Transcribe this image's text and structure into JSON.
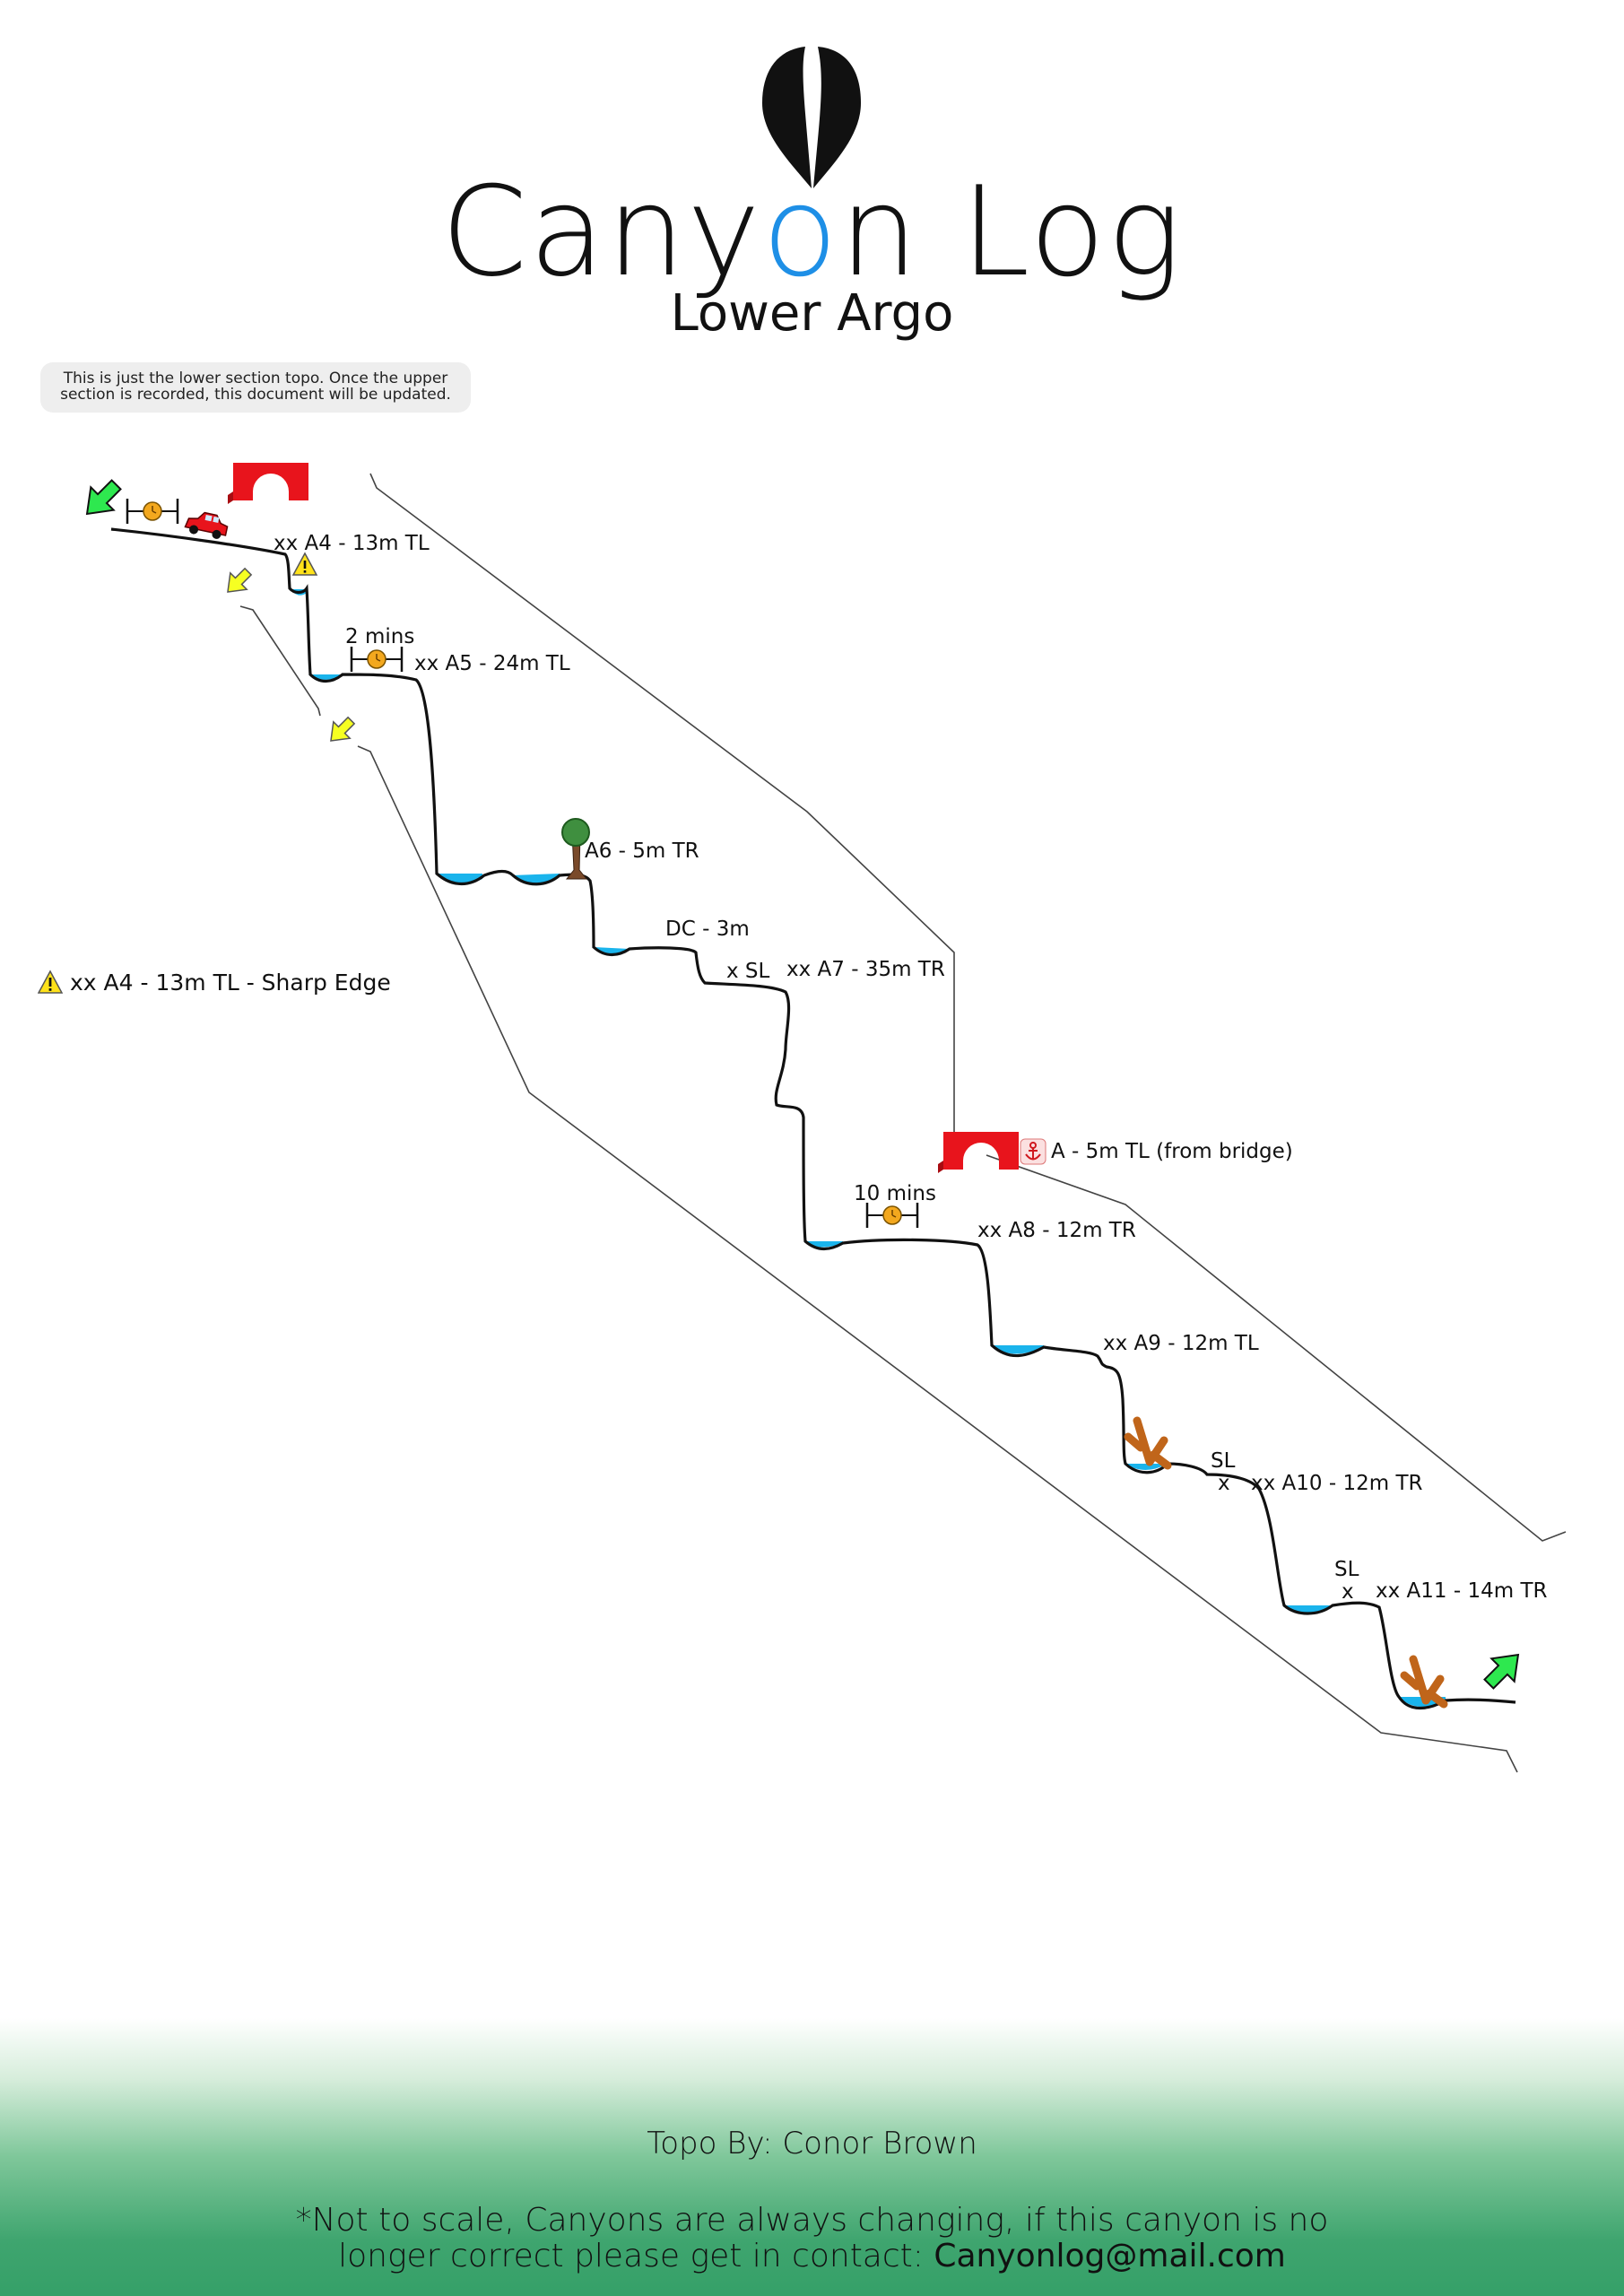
{
  "header": {
    "title_part1": "Cany",
    "title_accent": "o",
    "title_part2": "n Log",
    "subtitle": "Lower Argo",
    "logo_icon": "canyon-drop-logo-icon",
    "accent_color": "#1e8fe6"
  },
  "note": {
    "line1": "This is just the lower section topo. Once the upper",
    "line2": "section is recorded, this document will be updated."
  },
  "legend": {
    "icon": "warning-icon",
    "text": "xx A4 - 13m TL - Sharp Edge"
  },
  "labels": {
    "a4": "xx A4 - 13m TL",
    "walk1": "2 mins",
    "a5": "xx A5 - 24m TL",
    "a6": "A6 - 5m TR",
    "dc": "DC - 3m",
    "sl1": "x SL",
    "a7": "xx A7 - 35m TR",
    "bridge": "A - 5m TL (from bridge)",
    "walk2": "10 mins",
    "a8": "xx A8 - 12m TR",
    "a9": "xx A9 - 12m TL",
    "sl2": "SL",
    "x2": "x",
    "a10": "xx A10 - 12m TR",
    "sl3": "SL",
    "x3": "x",
    "a11": "xx A11 - 14m TR"
  },
  "icons": {
    "entry": "green-entry-arrow-icon",
    "exit": "green-exit-arrow-icon",
    "car": "car-icon",
    "bridge": "bridge-icon",
    "tree": "tree-icon",
    "log": "log-icon",
    "timer": "timer-icon",
    "anchor": "anchor-icon",
    "escape": "yellow-escape-arrow-icon",
    "water_color": "#1ab4ec",
    "bridge_color": "#e8141c",
    "arrow_color": "#2ee84f"
  },
  "footer": {
    "credit": "Topo By: Conor Brown",
    "disclaimer_line1": "*Not to scale, Canyons are always changing, if this canyon is no",
    "disclaimer_line2_prefix": "longer correct please get in contact: ",
    "email": "Canyonlog@mail.com"
  }
}
